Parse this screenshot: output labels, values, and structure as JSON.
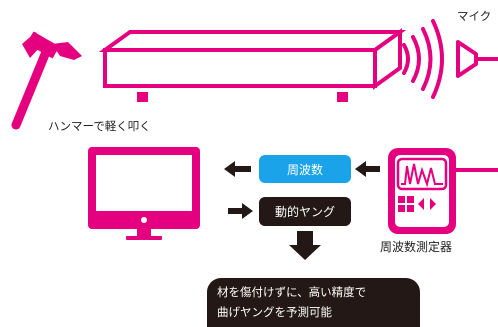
{
  "labels": {
    "mic": "マイク",
    "hammer": "ハンマーで軽く叩く",
    "meter": "周波数測定器"
  },
  "boxes": {
    "frequency": "周波数",
    "young": "動的ヤング",
    "result_line1": "材を傷付けずに、高い精度で",
    "result_line2": "曲げヤングを予測可能"
  },
  "colors": {
    "magenta": "#e4007f",
    "blue": "#1aa3e8",
    "dark": "#231815"
  },
  "icons": [
    "hammer-icon",
    "sound-wave-icon",
    "microphone-icon",
    "monitor-icon",
    "frequency-meter-icon"
  ]
}
